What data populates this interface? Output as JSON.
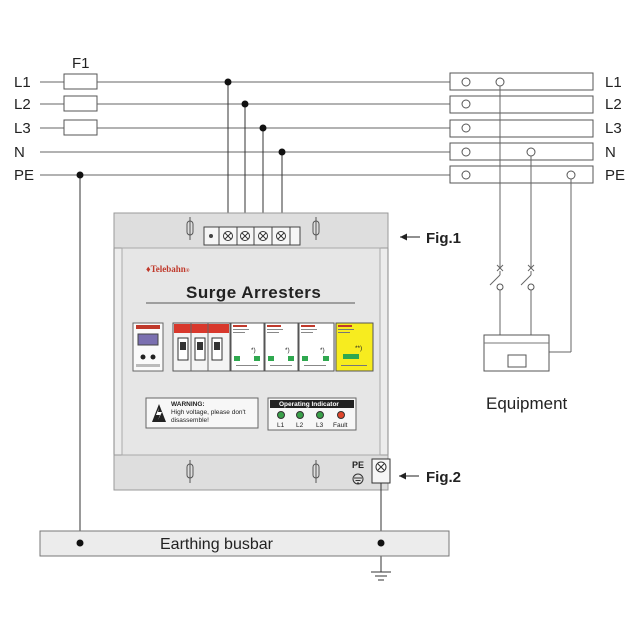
{
  "fuse_label": "F1",
  "lines": [
    {
      "left": "L1",
      "right": "L1"
    },
    {
      "left": "L2",
      "right": "L2"
    },
    {
      "left": "L3",
      "right": "L3"
    },
    {
      "left": "N",
      "right": "N"
    },
    {
      "left": "PE",
      "right": "PE"
    }
  ],
  "fig1": "Fig.1",
  "fig2": "Fig.2",
  "equipment": "Equipment",
  "busbar": "Earthing busbar",
  "cabinet": {
    "brand": "Telebahn",
    "title": "Surge Arresters",
    "pe_label": "PE",
    "warning_title": "WARNING:",
    "warning_line1": "High voltage, please don't",
    "warning_line2": "disassemble!",
    "indicator_title": "Operating Indicator",
    "indicators": [
      {
        "label": "L1",
        "color": "#3aa04a"
      },
      {
        "label": "L2",
        "color": "#3aa04a"
      },
      {
        "label": "L3",
        "color": "#3aa04a"
      },
      {
        "label": "Fault",
        "color": "#e0452b"
      }
    ],
    "spd_marks": [
      "*)",
      "*)",
      "*)",
      "**)"
    ]
  },
  "colors": {
    "cabinet_panel": "#e4e4e4",
    "cabinet_band": "#d6d6d6",
    "spd_yellow": "#f7ec1f",
    "spd_green": "#2fa84f",
    "indicator_red": "#d93a2b"
  }
}
